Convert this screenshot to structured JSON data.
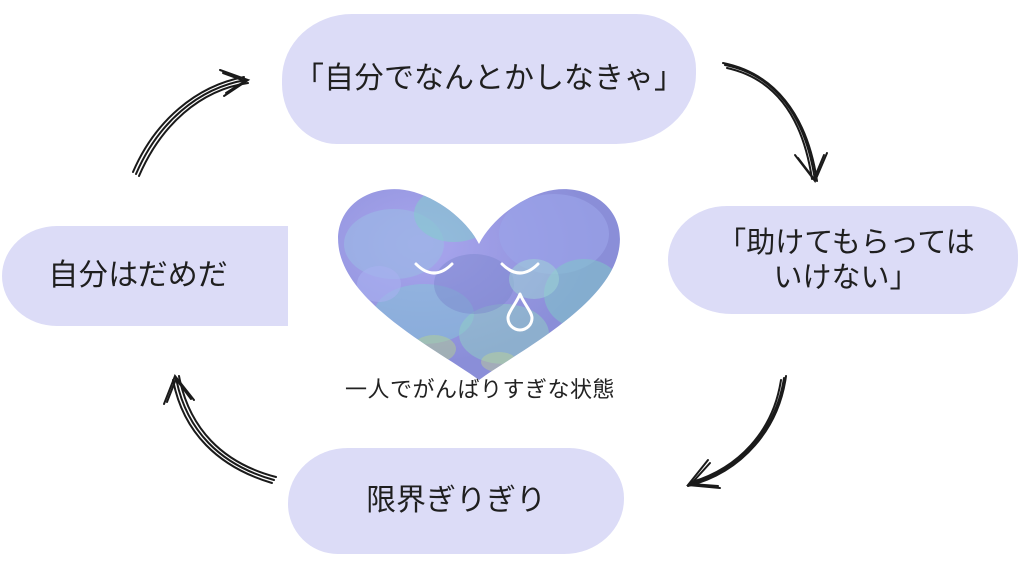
{
  "cycle": {
    "top_label": "「自分でなんとかしなきゃ」",
    "right_label_line1": "「助けてもらっては",
    "right_label_line2": "いけない」",
    "bottom_label": "限界ぎりぎり",
    "left_label": "自分はだめだ"
  },
  "center": {
    "caption": "一人でがんばりすぎな状態"
  },
  "colors": {
    "bubble": "#dcdcf7",
    "heart_base": "#8c8fd6",
    "heart_accent": "#7fc6c9",
    "arrow": "#1a1a1a"
  },
  "icons": {
    "heart": "crying-heart-icon",
    "arrows": "curved-arrow-icon"
  }
}
